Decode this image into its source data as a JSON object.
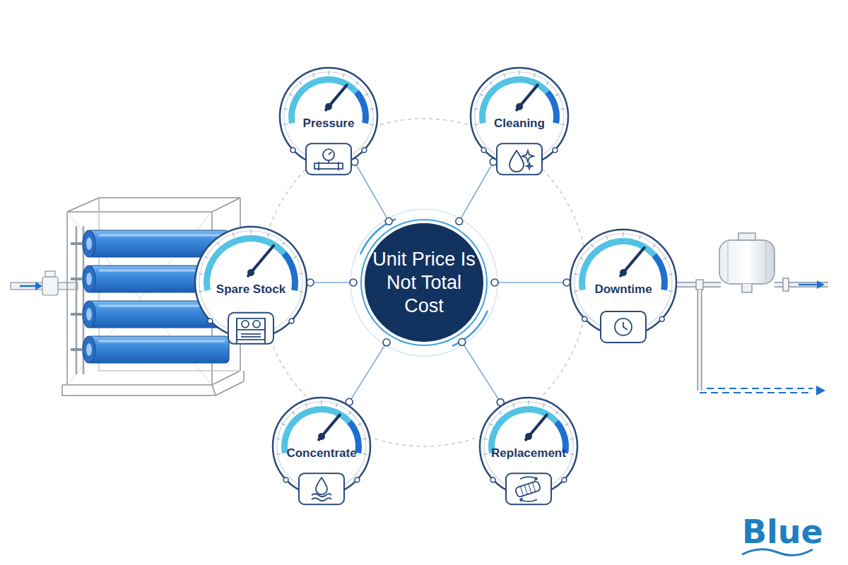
{
  "diagram": {
    "nodes": [
      {
        "text": [
          "Pressure"
        ]
      },
      {
        "text": [
          "Cleaning"
        ]
      },
      {
        "text": [
          "Spare Stock"
        ]
      },
      {
        "text": [
          "Unit Price Is Not Total Cost"
        ]
      },
      {
        "text": [
          "Downtime"
        ]
      },
      {
        "text": [
          "Concentrate"
        ]
      },
      {
        "text": [
          "Replacement"
        ]
      }
    ],
    "edges": [
      {
        "from": 3,
        "to": 0,
        "arrow": "none"
      },
      {
        "from": 3,
        "to": 1,
        "arrow": "none"
      },
      {
        "from": 3,
        "to": 2,
        "arrow": "none"
      },
      {
        "from": 3,
        "to": 4,
        "arrow": "none"
      },
      {
        "from": 3,
        "to": 5,
        "arrow": "none"
      },
      {
        "from": 3,
        "to": 6,
        "arrow": "none"
      }
    ],
    "labels": [
      "Blue"
    ]
  }
}
